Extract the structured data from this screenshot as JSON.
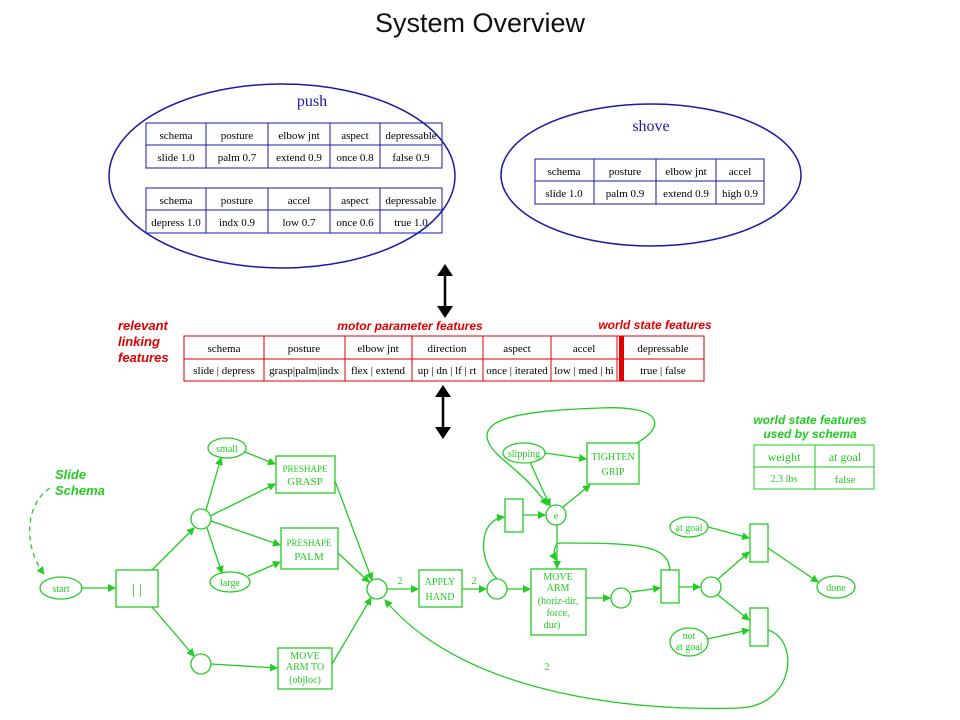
{
  "title": "System Overview",
  "push": {
    "label": "push",
    "table1": {
      "headers": [
        "schema",
        "posture",
        "elbow jnt",
        "aspect",
        "depressable"
      ],
      "values": [
        "slide  1.0",
        "palm  0.7",
        "extend  0.9",
        "once  0.8",
        "false  0.9"
      ]
    },
    "table2": {
      "headers": [
        "schema",
        "posture",
        "accel",
        "aspect",
        "depressable"
      ],
      "values": [
        "depress  1.0",
        "indx  0.9",
        "low  0.7",
        "once  0.6",
        "true    1.0"
      ]
    }
  },
  "shove": {
    "label": "shove",
    "table": {
      "headers": [
        "schema",
        "posture",
        "elbow jnt",
        "accel"
      ],
      "values": [
        "slide  1.0",
        "palm  0.9",
        "extend  0.9",
        "high  0.9"
      ]
    }
  },
  "features": {
    "relevant_linking": [
      "relevant",
      "linking",
      "features"
    ],
    "motor_label": "motor parameter features",
    "world_label": "world state features",
    "headers": [
      "schema",
      "posture",
      "elbow jnt",
      "direction",
      "aspect",
      "accel",
      "depressable"
    ],
    "values": [
      "slide | depress",
      "grasp|palm|indx",
      "flex | extend",
      "up | dn | lf | rt",
      "once | iterated",
      "low | med | hi",
      "true | false"
    ]
  },
  "slide_schema": {
    "label": [
      "Slide",
      "Schema"
    ],
    "nodes": {
      "start": "start",
      "small": "small",
      "large": "large",
      "slipping": "slipping",
      "e": "e",
      "at_goal": "at goal",
      "not_at_goal": [
        "not",
        "at goal"
      ],
      "done": "done"
    },
    "boxes": {
      "preshape_grasp": [
        "PRESHAPE",
        "GRASP"
      ],
      "preshape_palm": [
        "PRESHAPE",
        "PALM"
      ],
      "move_arm_to": [
        "MOVE",
        "ARM TO",
        "(objloc)"
      ],
      "apply_hand": [
        "APPLY",
        "HAND"
      ],
      "move_arm": [
        "MOVE",
        "ARM",
        "(horiz-dir,",
        "force,",
        "dur)"
      ],
      "tighten_grip": [
        "TIGHTEN",
        "GRIP"
      ]
    },
    "fork_label": "| |",
    "arc_weights": [
      "2",
      "2",
      "2"
    ],
    "world_state_title": [
      "world state features",
      "used by schema"
    ],
    "world_state_table": {
      "headers": [
        "weight",
        "at goal"
      ],
      "values": [
        "2.3 lbs",
        "false"
      ]
    }
  }
}
